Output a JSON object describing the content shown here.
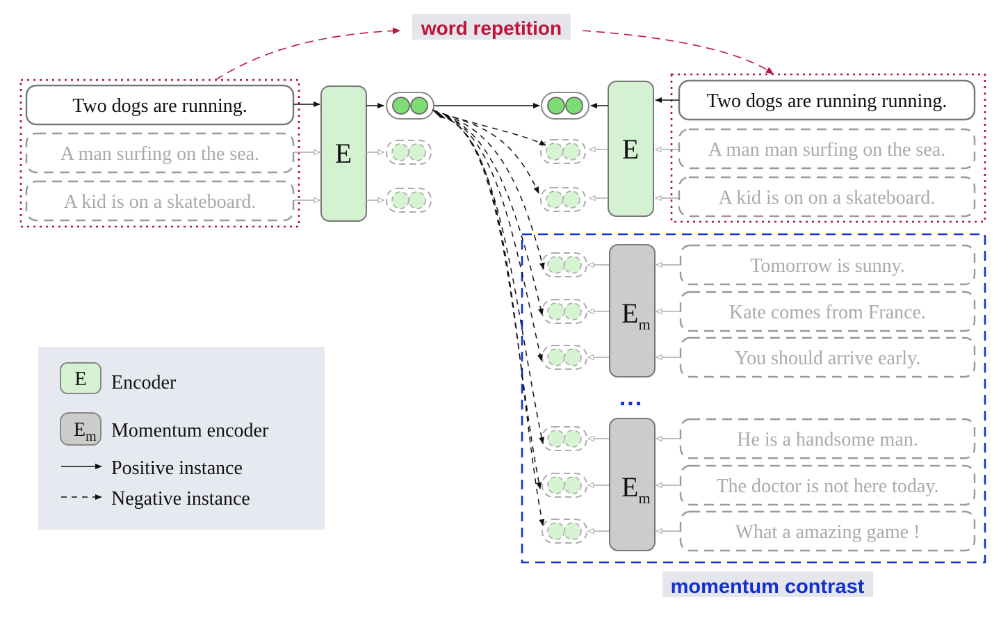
{
  "title_top": "word repetition",
  "title_bottom": "momentum contrast",
  "colors": {
    "word_repetition": "#c0133a",
    "momentum_contrast": "#1230d0",
    "encoder_fill": "#d4f2d2",
    "momentum_fill": "#cccccc",
    "embedding_fill": "#7edc74",
    "faded_embedding_fill": "#d6f3d2",
    "label_bg": "#e4e6ec",
    "legend_bg": "#e6e9f0"
  },
  "left_group": {
    "sentences": [
      {
        "text": "Two dogs are running.",
        "active": true
      },
      {
        "text": "A man surfing on the sea.",
        "active": false
      },
      {
        "text": "A kid is on a skateboard.",
        "active": false
      }
    ],
    "encoder_label": "E"
  },
  "right_group": {
    "sentences": [
      {
        "text": "Two dogs are running running.",
        "active": true
      },
      {
        "text": "A man man surfing on the sea.",
        "active": false
      },
      {
        "text": "A kid is on on a skateboard.",
        "active": false
      }
    ],
    "encoder_label": "E"
  },
  "momentum_groups": [
    {
      "encoder_label": "E",
      "encoder_sub": "m",
      "sentences": [
        "Tomorrow is sunny.",
        "Kate comes from France.",
        "You should arrive early."
      ]
    },
    {
      "encoder_label": "E",
      "encoder_sub": "m",
      "sentences": [
        "He is a handsome man.",
        "The doctor is not here today.",
        "What a amazing game !"
      ]
    }
  ],
  "ellipsis": "...",
  "legend": {
    "items": [
      {
        "symbol": "E",
        "label": "Encoder"
      },
      {
        "symbol": "E",
        "sub": "m",
        "label": "Momentum encoder"
      },
      {
        "symbol": "solid-arrow",
        "label": "Positive instance"
      },
      {
        "symbol": "dashed-arrow",
        "label": "Negative instance"
      }
    ]
  }
}
